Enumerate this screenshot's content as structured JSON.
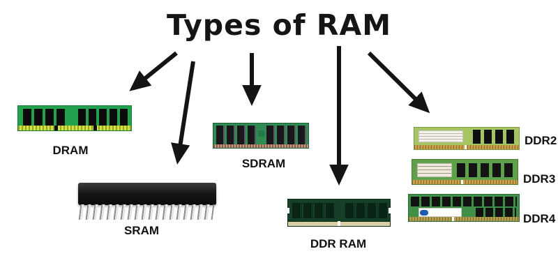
{
  "title": "Types of RAM",
  "nodes": {
    "dram": {
      "label": "DRAM"
    },
    "sram": {
      "label": "SRAM"
    },
    "sdram": {
      "label": "SDRAM"
    },
    "ddr": {
      "label": "DDR RAM"
    },
    "ddr2": {
      "label": "DDR2"
    },
    "ddr3": {
      "label": "DDR3"
    },
    "ddr4": {
      "label": "DDR4"
    }
  },
  "colors": {
    "background": "#ffffff",
    "arrow": "#141414",
    "text": "#111111",
    "dram_pcb": "#22a24e",
    "sdram_pcb": "#2f8b51",
    "ddr_pcb": "#153f27",
    "ddr2_pcb": "#a6c464",
    "ddr3_pcb": "#5fa04a",
    "ddr4_pcb": "#3f8f47",
    "chip": "#0d0d0d",
    "gold_contacts": "#c89f4d"
  }
}
